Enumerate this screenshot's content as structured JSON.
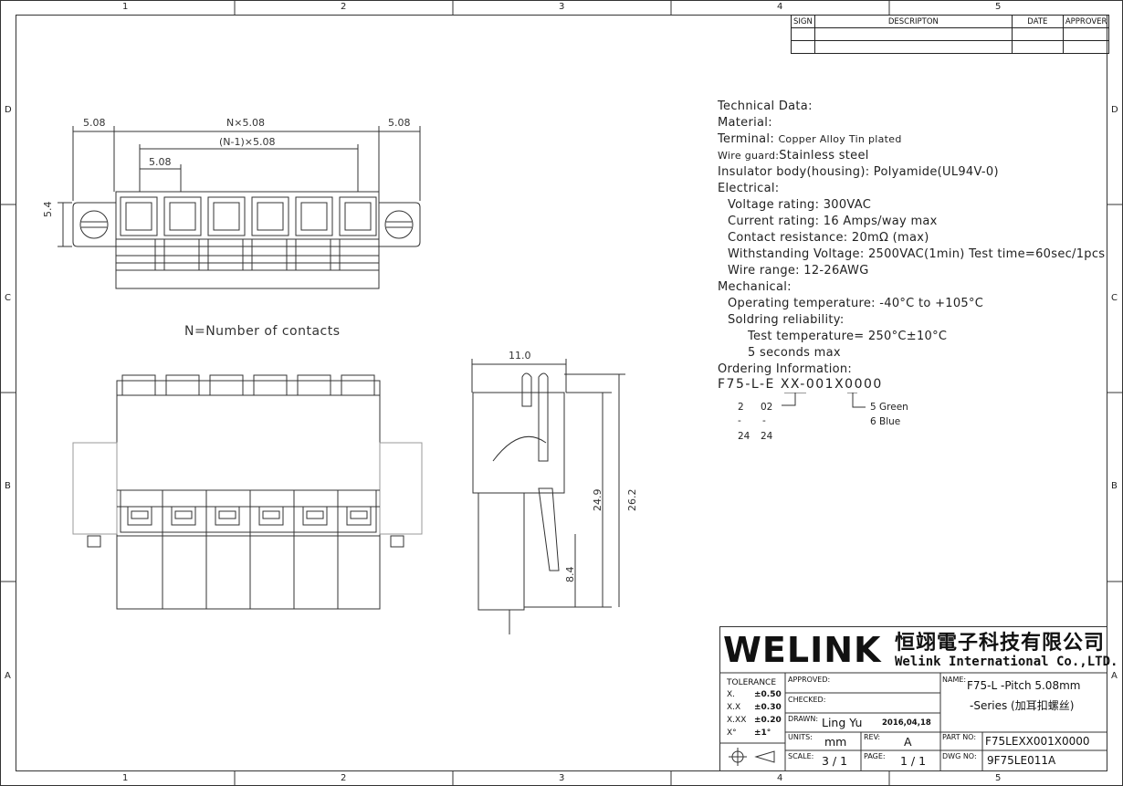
{
  "sheet": {
    "col_labels": [
      "1",
      "2",
      "3",
      "4",
      "5"
    ],
    "row_labels": [
      "D",
      "C",
      "B",
      "A"
    ]
  },
  "revision_table": {
    "headers": [
      "SIGN",
      "DESCRIPTON",
      "DATE",
      "APPROVER"
    ]
  },
  "technical": {
    "lines": [
      "Technical Data:",
      "Material:",
      "Terminal: ",
      " Wire guard:",
      "Insulator body(housing): Polyamide(UL94V-0)",
      "Electrical:",
      "Voltage rating: 300VAC",
      "Current rating: 16 Amps/way max",
      "Contact resistance: 20mΩ (max)",
      "Withstanding Voltage: 2500VAC(1min) Test time=60sec/1pcs",
      "Wire range: 12-26AWG",
      "Mechanical:",
      "Operating temperature: -40°C to +105°C",
      "Soldring reliability:",
      "Test temperature= 250°C±10°C",
      "5 seconds max",
      "Ordering Information:"
    ],
    "terminal_value": "Copper Alloy Tin plated",
    "wire_guard_value": "Stainless steel"
  },
  "ordering": {
    "code": "F75-L-E XX-001X0000",
    "col1": [
      "2",
      "-",
      "24"
    ],
    "col2": [
      "02",
      "-",
      "24"
    ],
    "color_opts": [
      "5  Green",
      "6  Blue"
    ]
  },
  "front_view": {
    "dims": {
      "left_pitch": "5.08",
      "span": "N×5.08",
      "inner_span": "(N-1)×5.08",
      "right_pitch": "5.08",
      "pitch": "5.08",
      "height": "5.4"
    },
    "caption": "N=Number of contacts"
  },
  "side_view": {
    "dims": {
      "width": "11.0",
      "h1": "24.9",
      "h2": "26.2",
      "h3": "8.4"
    }
  },
  "title_block": {
    "logo": "WELINK",
    "company_cn": "恒翊電子科技有限公司",
    "company_en": "Welink International Co.,LTD.",
    "tolerance_label": "TOLERANCE",
    "tolerances": [
      {
        "k": "X.",
        "v": "±0.50"
      },
      {
        "k": "X.X",
        "v": "±0.30"
      },
      {
        "k": "X.XX",
        "v": "±0.20"
      },
      {
        "k": "X°",
        "v": "±1°"
      }
    ],
    "approved_label": "APPROVED:",
    "checked_label": "CHECKED:",
    "drawn_label": "DRAWN:",
    "drawn_value": "Ling Yu",
    "drawn_date": "2016,04,18",
    "units_label": "UNITS:",
    "units_value": "mm",
    "rev_label": "REV:",
    "rev_value": "A",
    "scale_label": "SCALE:",
    "scale_value": "3 / 1",
    "page_label": "PAGE:",
    "page_value": "1 / 1",
    "name_label": "NAME:",
    "name_line1": "F75-L -Pitch 5.08mm",
    "name_line2": "-Series (加耳扣螺丝)",
    "partno_label": "PART NO:",
    "partno_value": "F75LEXX001X0000",
    "dwgno_label": "DWG NO:",
    "dwgno_value": "9F75LE011A"
  }
}
